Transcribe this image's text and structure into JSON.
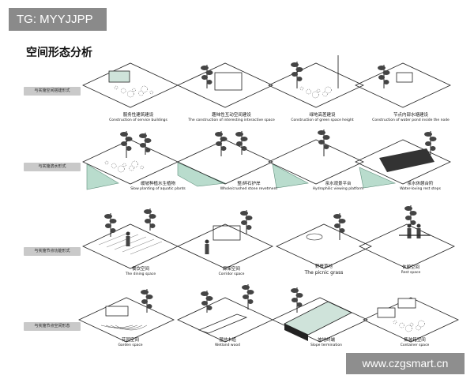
{
  "tag": "TG: MYYJJPP",
  "title": "空间形态分析",
  "watermark": "www.czgsmart.cn",
  "rows": [
    {
      "label": "与实施空间搭建形式",
      "panels": [
        {
          "zh": "服务性建筑建设",
          "en": "Construction of service buildings"
        },
        {
          "zh": "趣味性互动空间建设",
          "en": "The construction of interesting interactive space"
        },
        {
          "zh": "绿地高差建设",
          "en": "Construction of green space height"
        },
        {
          "zh": "节点内部水塘建设",
          "en": "Construction of water pond inside the node"
        }
      ]
    },
    {
      "label": "与实施滨水形式",
      "panels": [
        {
          "zh": "缓坡种植水生植物",
          "en": "Slow planting of aquatic plants"
        },
        {
          "zh": "整/碎石护岸",
          "en": "Whole/crushed stone revetment"
        },
        {
          "zh": "亲水观景平台",
          "en": "Hydrophilic viewing platform"
        },
        {
          "zh": "亲水休憩台阶",
          "en": "Water-loving rest steps"
        }
      ]
    },
    {
      "label": "与实施节点功能形式",
      "panels": [
        {
          "zh": "餐饮空间",
          "en": "The dining space"
        },
        {
          "zh": "廊架空间",
          "en": "Corridor space"
        },
        {
          "zh": "野餐草地",
          "en": "The picnic grass",
          "big": true
        },
        {
          "zh": "休憩空间",
          "en": "Rest space"
        }
      ]
    },
    {
      "label": "与实施节点空间形态",
      "panels": [
        {
          "zh": "花园空间",
          "en": "Garden space"
        },
        {
          "zh": "湿地木道",
          "en": "Wetland wood"
        },
        {
          "zh": "坡地终端",
          "en": "Slope termination"
        },
        {
          "zh": "集装箱空间",
          "en": "Container space"
        }
      ]
    }
  ]
}
